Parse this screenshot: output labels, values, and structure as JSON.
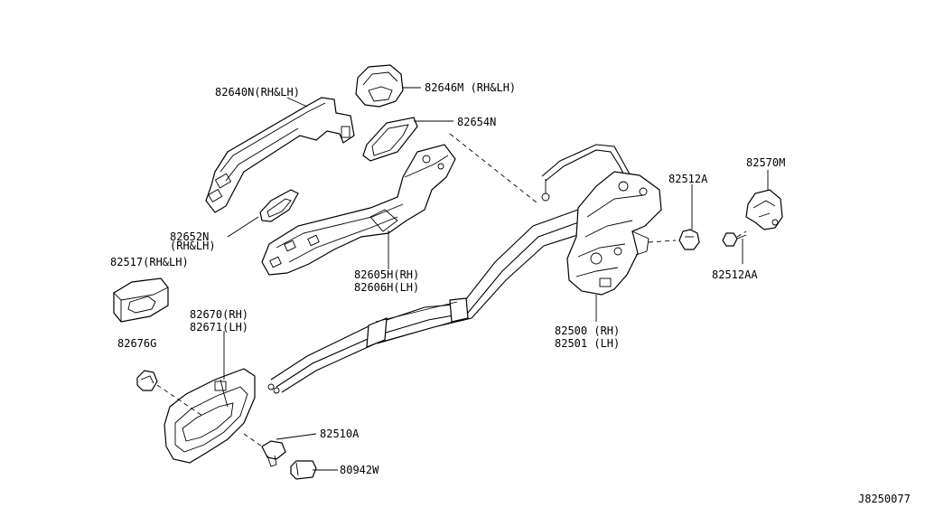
{
  "diagram": {
    "labels": {
      "p82640N": "82640N(RH&LH)",
      "p82646M": "82646M (RH&LH)",
      "p82654N": "82654N",
      "p82652N_a": "82652N",
      "p82652N_b": "(RH&LH)",
      "p82517": "82517(RH&LH)",
      "p82605H": "82605H(RH)",
      "p82606H": "82606H(LH)",
      "p82670": "82670(RH)",
      "p82671": "82671(LH)",
      "p82676G": "82676G",
      "p82510A": "82510A",
      "p80942W": "80942W",
      "p82500": "82500 (RH)",
      "p82501": "82501 (LH)",
      "p82512A": "82512A",
      "p82570M": "82570M",
      "p82512AA": "82512AA",
      "code": "J8250077"
    }
  }
}
